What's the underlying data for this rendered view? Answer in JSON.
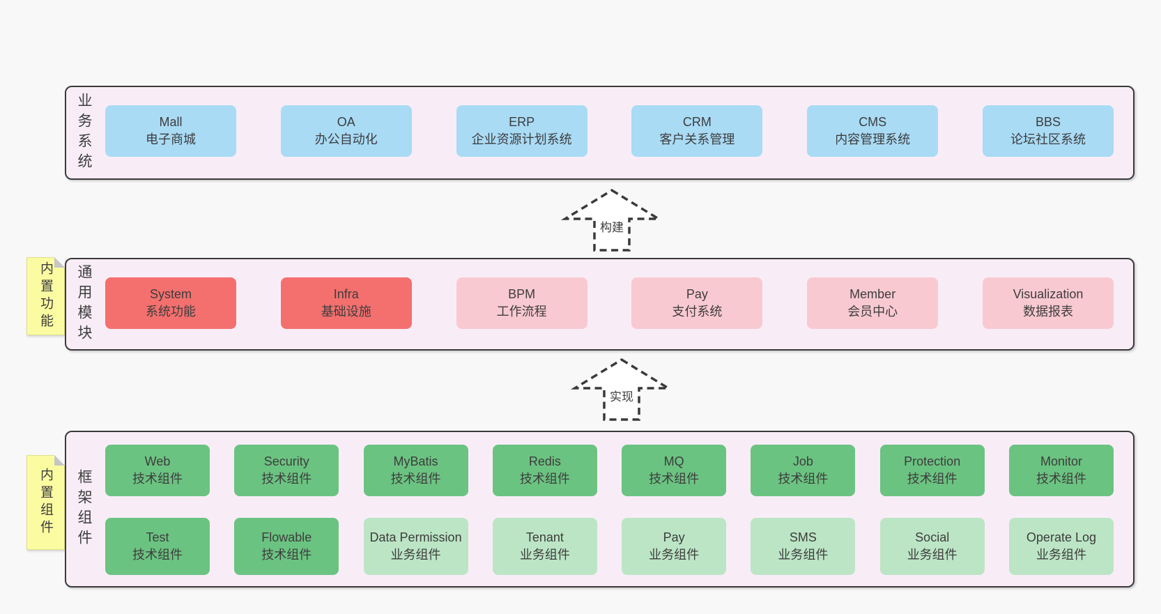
{
  "palette": {
    "page_bg": "#f8f8f8",
    "band_bg": "#f8edf7",
    "band_border": "#3a3a3a",
    "box_blue": "#a9dbf5",
    "box_red": "#f3706e",
    "box_pink": "#f9c9d1",
    "box_green_dark": "#6bc381",
    "box_green_light": "#bce5c5",
    "note_yellow": "#fbfba1",
    "text": "#3d3d3d"
  },
  "bands": [
    {
      "label": "业务系统",
      "rows": [
        [
          {
            "en": "Mall",
            "zh": "电子商城",
            "type": "blue"
          },
          {
            "en": "OA",
            "zh": "办公自动化",
            "type": "blue"
          },
          {
            "en": "ERP",
            "zh": "企业资源计划系统",
            "type": "blue"
          },
          {
            "en": "CRM",
            "zh": "客户关系管理",
            "type": "blue"
          },
          {
            "en": "CMS",
            "zh": "内容管理系统",
            "type": "blue"
          },
          {
            "en": "BBS",
            "zh": "论坛社区系统",
            "type": "blue"
          }
        ]
      ]
    },
    {
      "label": "通用模块",
      "note": "内置功能",
      "rows": [
        [
          {
            "en": "System",
            "zh": "系统功能",
            "type": "red"
          },
          {
            "en": "Infra",
            "zh": "基础设施",
            "type": "red"
          },
          {
            "en": "BPM",
            "zh": "工作流程",
            "type": "pink"
          },
          {
            "en": "Pay",
            "zh": "支付系统",
            "type": "pink"
          },
          {
            "en": "Member",
            "zh": "会员中心",
            "type": "pink"
          },
          {
            "en": "Visualization",
            "zh": "数据报表",
            "type": "pink"
          }
        ]
      ]
    },
    {
      "label": "框架组件",
      "note": "内置组件",
      "rows": [
        [
          {
            "en": "Web",
            "zh": "技术组件",
            "type": "green-dark"
          },
          {
            "en": "Security",
            "zh": "技术组件",
            "type": "green-dark"
          },
          {
            "en": "MyBatis",
            "zh": "技术组件",
            "type": "green-dark"
          },
          {
            "en": "Redis",
            "zh": "技术组件",
            "type": "green-dark"
          },
          {
            "en": "MQ",
            "zh": "技术组件",
            "type": "green-dark"
          },
          {
            "en": "Job",
            "zh": "技术组件",
            "type": "green-dark"
          },
          {
            "en": "Protection",
            "zh": "技术组件",
            "type": "green-dark"
          },
          {
            "en": "Monitor",
            "zh": "技术组件",
            "type": "green-dark"
          }
        ],
        [
          {
            "en": "Test",
            "zh": "技术组件",
            "type": "green-dark"
          },
          {
            "en": "Flowable",
            "zh": "技术组件",
            "type": "green-dark"
          },
          {
            "en": "Data Permission",
            "zh": "业务组件",
            "type": "green-light"
          },
          {
            "en": "Tenant",
            "zh": "业务组件",
            "type": "green-light"
          },
          {
            "en": "Pay",
            "zh": "业务组件",
            "type": "green-light"
          },
          {
            "en": "SMS",
            "zh": "业务组件",
            "type": "green-light"
          },
          {
            "en": "Social",
            "zh": "业务组件",
            "type": "green-light"
          },
          {
            "en": "Operate Log",
            "zh": "业务组件",
            "type": "green-light"
          }
        ]
      ]
    }
  ],
  "arrows": [
    {
      "label": "构建"
    },
    {
      "label": "实现"
    }
  ]
}
